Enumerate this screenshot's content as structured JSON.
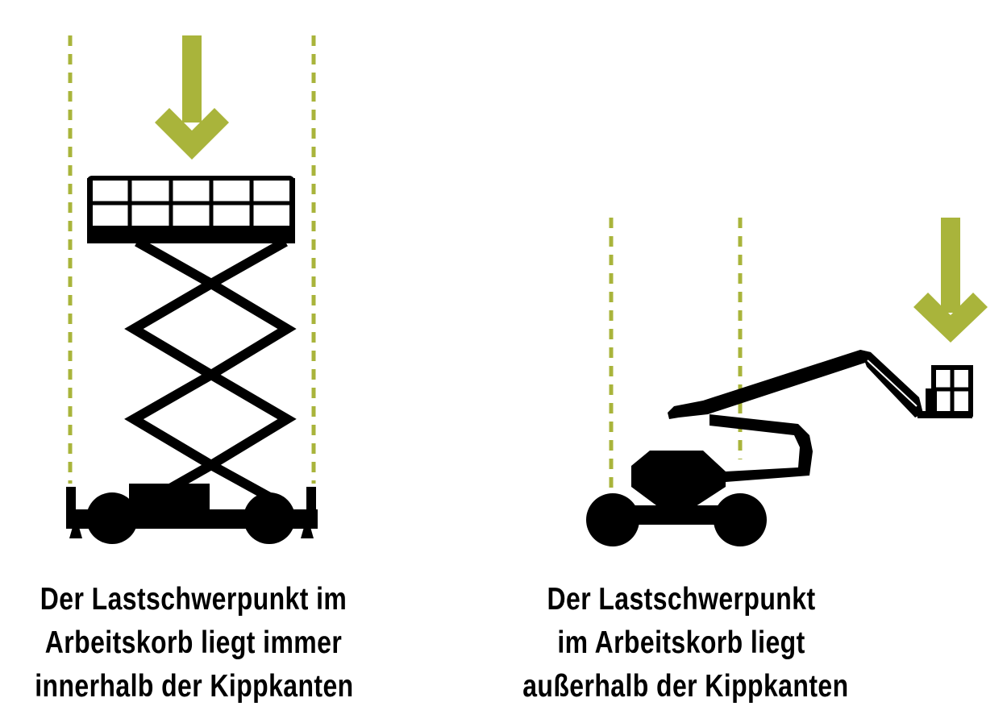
{
  "colors": {
    "accent": "#a9b43b",
    "ink": "#000000",
    "background": "#ffffff"
  },
  "left_panel": {
    "machine": "scissor-lift",
    "caption": {
      "line1": "Der Lastschwerpunkt im",
      "line2": "Arbeitskorb liegt immer",
      "line3": "innerhalb der Kippkanten"
    }
  },
  "right_panel": {
    "machine": "articulated-boom-lift",
    "caption": {
      "line1": "Der Lastschwerpunkt",
      "line2": "im Arbeitskorb liegt",
      "line3": "außerhalb der Kippkanten"
    }
  }
}
